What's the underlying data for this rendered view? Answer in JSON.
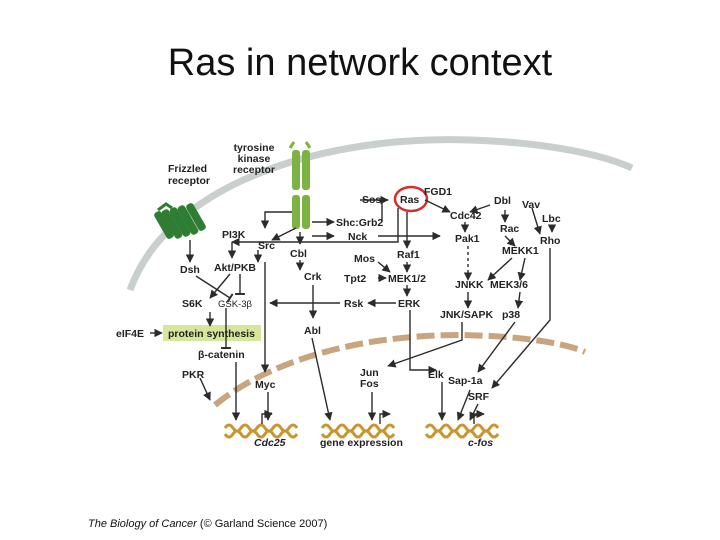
{
  "title": "Ras in network context",
  "caption": {
    "source_italic": "The Biology of Cancer",
    "rest": " (© Garland Science 2007)"
  },
  "labels": {
    "frizzled_receptor": [
      "Frizzled",
      "receptor"
    ],
    "tyrosine_kinase_receptor": [
      "tyrosine",
      "kinase",
      "receptor"
    ],
    "sos": "Sos",
    "ras": "Ras",
    "fgd1": "FGD1",
    "dbl": "Dbl",
    "vav": "Vav",
    "lbc": "Lbc",
    "cdc42": "Cdc42",
    "rac": "Rac",
    "rho": "Rho",
    "shc_grb2": "Shc:Grb2",
    "nck": "Nck",
    "pak1": "Pak1",
    "pi3k": "PI3K",
    "src": "Src",
    "cbl": "Cbl",
    "raf1": "Raf1",
    "mekk1": "MEKK1",
    "dsh": "Dsh",
    "akt_pkb": "Akt/PKB",
    "crk": "Crk",
    "mos": "Mos",
    "tpt2": "Tpt2",
    "mek12": "MEK1/2",
    "jnkk": "JNKK",
    "mek36": "MEK3/6",
    "s6k": "S6K",
    "gsk3b": "GSK-3β",
    "rsk": "Rsk",
    "erk": "ERK",
    "jnk_sapk": "JNK/SAPK",
    "p38": "p38",
    "eif4e": "eIF4E",
    "protein_synthesis": "protein synthesis",
    "abl": "Abl",
    "beta_catenin": "β-catenin",
    "pkr": "PKR",
    "myc": "Myc",
    "jun": "Jun",
    "fos": "Fos",
    "elk": "Elk",
    "sap1a": "Sap-1a",
    "srf": "SRF",
    "cdc25": "Cdc25",
    "gene_expression": "gene expression",
    "c_fos": "c-fos"
  },
  "colors": {
    "membrane": "#c9cfcc",
    "nuclear_membrane": "#c8a57e",
    "receptor_green": "#7cb342",
    "frizzled_green": "#2e7d32",
    "highlight_box": "#d6e69a",
    "ras_circle": "#d32f2f",
    "dna": "#c8962e"
  }
}
